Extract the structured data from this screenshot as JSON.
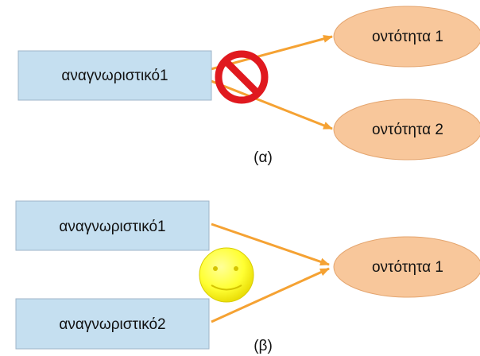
{
  "diagram_a": {
    "source_label": "αναγνωριστικό1",
    "targets": [
      "οντότητα 1",
      "οντότητα 2"
    ],
    "caption": "(α)",
    "forbidden_icon": "no-entry-icon"
  },
  "diagram_b": {
    "sources": [
      "αναγνωριστικό1",
      "αναγνωριστικό2"
    ],
    "target": "οντότητα 1",
    "caption": "(β)",
    "approval_icon": "smiley-face-icon"
  },
  "colors": {
    "box_fill": "#c5dff0",
    "box_stroke": "#9fb5c8",
    "ellipse_fill": "#f8c79b",
    "ellipse_stroke": "#e4a56f",
    "arrow": "#f5a233",
    "no_sign": "#e0191f",
    "smiley": "#ffff33"
  }
}
